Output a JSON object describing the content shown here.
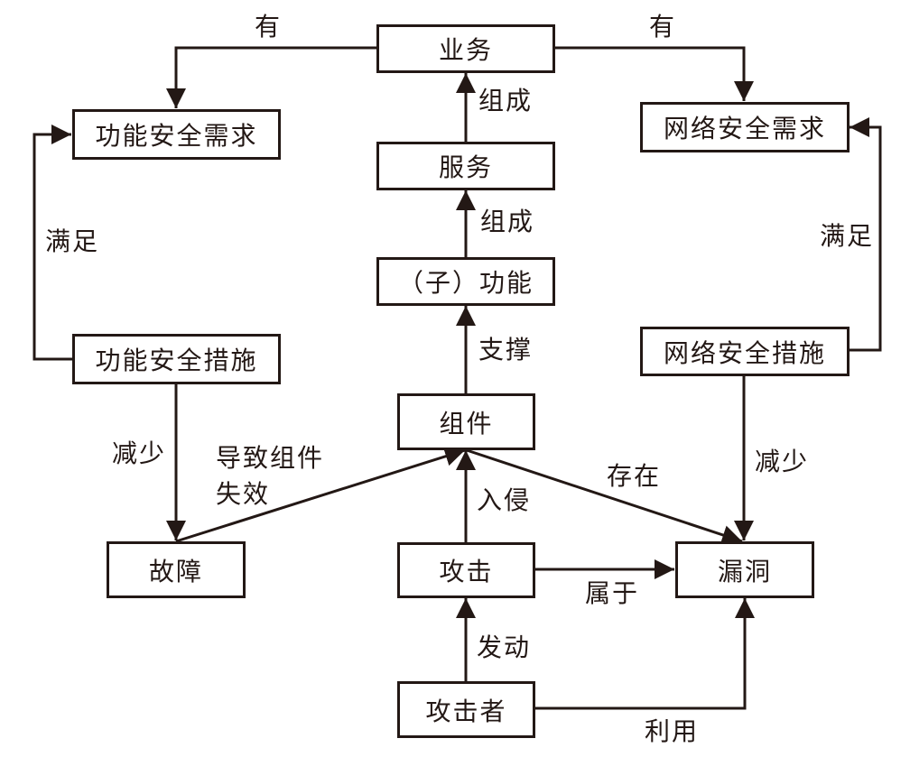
{
  "diagram": {
    "nodes": {
      "business": "业务",
      "service": "服务",
      "subfunction": "（子）功能",
      "component": "组件",
      "attack": "攻击",
      "attacker": "攻击者",
      "func_safety_req": "功能安全需求",
      "func_safety_measure": "功能安全措施",
      "fault": "故障",
      "net_security_req": "网络安全需求",
      "net_security_measure": "网络安全措施",
      "vulnerability": "漏洞"
    },
    "edges": {
      "business_to_func_req": "有",
      "business_to_net_req": "有",
      "service_to_business": "组成",
      "subfunction_to_service": "组成",
      "component_to_subfunction": "支撑",
      "func_measure_to_func_req": "满足",
      "net_measure_to_net_req": "满足",
      "func_measure_to_fault": "减少",
      "net_measure_to_vuln": "减少",
      "fault_to_component": "导致组件\n失效",
      "component_to_vuln": "存在",
      "attack_to_component": "入侵",
      "attack_to_vuln": "属于",
      "attacker_to_attack": "发动",
      "attacker_to_vuln": "利用"
    },
    "colors": {
      "stroke": "#231815",
      "background": "#ffffff"
    }
  }
}
